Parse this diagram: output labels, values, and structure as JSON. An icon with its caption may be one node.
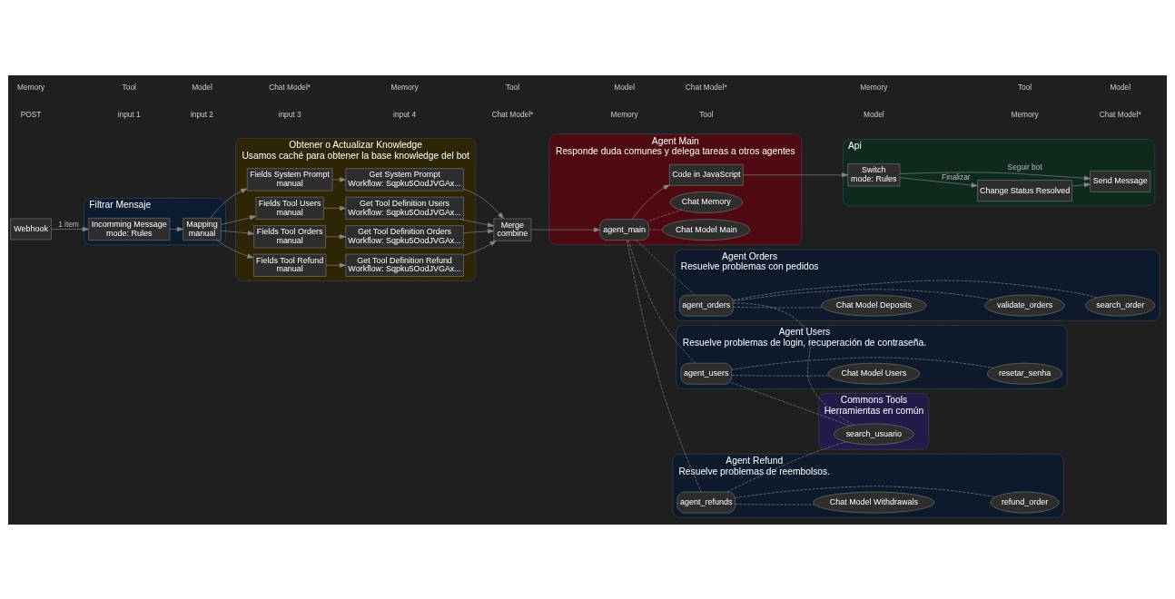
{
  "diagram": {
    "nodes": [
      {
        "text": [
          "Webhook"
        ]
      },
      {
        "text": [
          "Filtrar Mensaje"
        ]
      },
      {
        "text": [
          "Incomming Message",
          "mode: Rules"
        ],
        "in": 1
      },
      {
        "text": [
          "Mapping",
          "manual"
        ],
        "in": 1
      },
      {
        "text": [
          "Obtener o Actualizar Knowledge",
          "Usamos caché para obtener la base knowledge del bot"
        ]
      },
      {
        "text": [
          "Fields System Prompt",
          "manual"
        ],
        "in": 4
      },
      {
        "text": [
          "Get System Prompt",
          "Workflow: Sqpku5OodJVGAx..."
        ],
        "in": 4
      },
      {
        "text": [
          "Fields Tool Users",
          "manual"
        ],
        "in": 4
      },
      {
        "text": [
          "Get Tool Definition Users",
          "Workflow: Sqpku5OodJVGAx..."
        ],
        "in": 4
      },
      {
        "text": [
          "Fields Tool Orders",
          "manual"
        ],
        "in": 4
      },
      {
        "text": [
          "Get Tool Definition Orders",
          "Workflow: Sqpku5OodJVGAx..."
        ],
        "in": 4
      },
      {
        "text": [
          "Fields Tool Refund",
          "manual"
        ],
        "in": 4
      },
      {
        "text": [
          "Get Tool Definition Refund",
          "Workflow: Sqpku5OodJVGAx..."
        ],
        "in": 4
      },
      {
        "text": [
          "Merge",
          "combine"
        ]
      },
      {
        "text": [
          "Agent Main",
          "Responde duda comunes y delega tareas a otros agentes"
        ]
      },
      {
        "text": [
          "agent_main"
        ],
        "in": 14
      },
      {
        "text": [
          "Code in JavaScript"
        ],
        "in": 14
      },
      {
        "text": [
          "Chat Model Main"
        ],
        "in": 14
      },
      {
        "text": [
          "Chat Memory"
        ],
        "in": 14
      },
      {
        "text": [
          "Api"
        ]
      },
      {
        "text": [
          "Switch",
          "mode: Rules"
        ],
        "in": 19
      },
      {
        "text": [
          "Change Status Resolved"
        ],
        "in": 19
      },
      {
        "text": [
          "Send Message"
        ],
        "in": 19
      },
      {
        "text": [
          "Agent Orders",
          "Resuelve problemas con pedidos"
        ]
      },
      {
        "text": [
          "agent_orders"
        ],
        "in": 23
      },
      {
        "text": [
          "Chat Model Deposits"
        ],
        "in": 23
      },
      {
        "text": [
          "validate_orders"
        ],
        "in": 23
      },
      {
        "text": [
          "search_order"
        ],
        "in": 23
      },
      {
        "text": [
          "Agent Users",
          "Resuelve problemas de login, recuperación de contraseña."
        ]
      },
      {
        "text": [
          "agent_users"
        ],
        "in": 28
      },
      {
        "text": [
          "Chat Model Users"
        ],
        "in": 28
      },
      {
        "text": [
          "resetar_senha"
        ],
        "in": 28
      },
      {
        "text": [
          "Agent Refund",
          "Resuelve problemas de reembolsos."
        ]
      },
      {
        "text": [
          "agent_refunds"
        ],
        "in": 32
      },
      {
        "text": [
          "Chat Model Withdrawals"
        ],
        "in": 32
      },
      {
        "text": [
          "refund_order"
        ],
        "in": 32
      },
      {
        "text": [
          "Commons Tools",
          "Herramientas en común"
        ]
      },
      {
        "text": [
          "search_usuario"
        ],
        "in": 36
      }
    ],
    "edges": [
      {
        "from": 0,
        "to": 2,
        "arrow": "to",
        "label": "1 item"
      },
      {
        "from": 2,
        "to": 3,
        "arrow": "to"
      },
      {
        "from": 3,
        "to": 5,
        "arrow": "to"
      },
      {
        "from": 3,
        "to": 7,
        "arrow": "to"
      },
      {
        "from": 3,
        "to": 9,
        "arrow": "to"
      },
      {
        "from": 3,
        "to": 11,
        "arrow": "to"
      },
      {
        "from": 5,
        "to": 6,
        "arrow": "to"
      },
      {
        "from": 7,
        "to": 8,
        "arrow": "to"
      },
      {
        "from": 9,
        "to": 10,
        "arrow": "to"
      },
      {
        "from": 11,
        "to": 12,
        "arrow": "to"
      },
      {
        "from": 6,
        "to": 13,
        "arrow": "to"
      },
      {
        "from": 8,
        "to": 13,
        "arrow": "to"
      },
      {
        "from": 10,
        "to": 13,
        "arrow": "to"
      },
      {
        "from": 12,
        "to": 13,
        "arrow": "to"
      },
      {
        "from": 13,
        "to": 15,
        "arrow": "to"
      },
      {
        "from": 15,
        "to": 16,
        "arrow": "to"
      },
      {
        "from": 16,
        "to": 20,
        "arrow": "to"
      },
      {
        "from": 20,
        "to": 21,
        "arrow": "to",
        "label": "Finalizar"
      },
      {
        "from": 20,
        "to": 22,
        "arrow": "to",
        "label": "Seguir bot"
      },
      {
        "from": 21,
        "to": 22,
        "arrow": "to"
      },
      {
        "from": 15,
        "to": 17,
        "arrow": "none",
        "style": "dashed"
      },
      {
        "from": 15,
        "to": 18,
        "arrow": "none",
        "style": "dashed"
      },
      {
        "from": 15,
        "to": 24,
        "arrow": "none",
        "style": "dashed"
      },
      {
        "from": 15,
        "to": 29,
        "arrow": "none",
        "style": "dashed"
      },
      {
        "from": 15,
        "to": 33,
        "arrow": "none",
        "style": "dashed"
      },
      {
        "from": 24,
        "to": 25,
        "arrow": "none",
        "style": "dashed"
      },
      {
        "from": 24,
        "to": 26,
        "arrow": "none",
        "style": "dashed"
      },
      {
        "from": 24,
        "to": 27,
        "arrow": "none",
        "style": "dashed"
      },
      {
        "from": 24,
        "to": 37,
        "arrow": "none",
        "style": "dashed"
      },
      {
        "from": 29,
        "to": 30,
        "arrow": "none",
        "style": "dashed"
      },
      {
        "from": 29,
        "to": 31,
        "arrow": "none",
        "style": "dashed"
      },
      {
        "from": 29,
        "to": 37,
        "arrow": "none",
        "style": "dashed"
      },
      {
        "from": 33,
        "to": 34,
        "arrow": "none",
        "style": "dashed"
      },
      {
        "from": 33,
        "to": 35,
        "arrow": "none",
        "style": "dashed"
      },
      {
        "from": 33,
        "to": 37,
        "arrow": "none",
        "style": "dashed"
      }
    ],
    "labels": [
      "POST",
      "input 1",
      "input 2",
      "input 3",
      "input 4",
      "Chat Model*",
      "Memory",
      "Tool",
      "Model",
      "Memory",
      "Chat Model*",
      "Memory",
      "Tool",
      "Model",
      "Chat Model*",
      "Memory",
      "Tool",
      "Model",
      "Chat Model*",
      "Memory",
      "Tool",
      "Model"
    ]
  }
}
